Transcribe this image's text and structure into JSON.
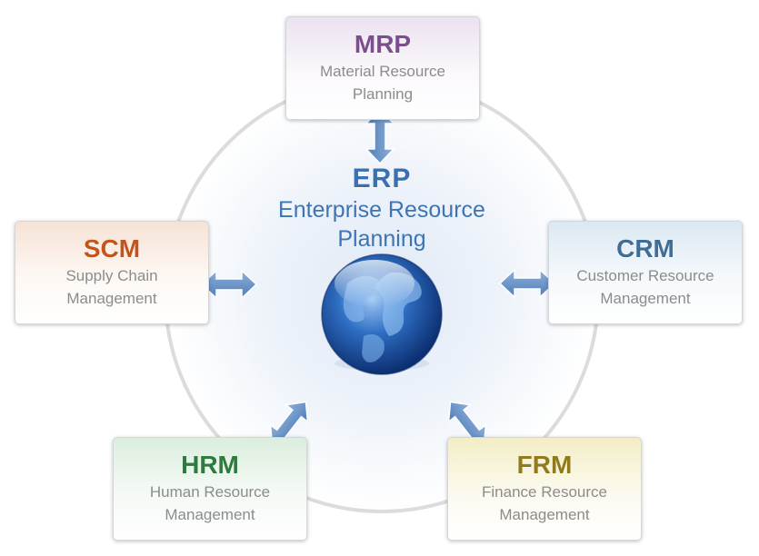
{
  "center": {
    "abbr": "ERP",
    "full_line1": "Enterprise Resource",
    "full_line2": "Planning",
    "icon": "globe-icon"
  },
  "modules": {
    "mrp": {
      "abbr": "MRP",
      "line1": "Material Resource",
      "line2": "Planning",
      "color": "#7b4f8c"
    },
    "scm": {
      "abbr": "SCM",
      "line1": "Supply Chain",
      "line2": "Management",
      "color": "#c4541c"
    },
    "crm": {
      "abbr": "CRM",
      "line1": "Customer Resource",
      "line2": "Management",
      "color": "#3f6d95"
    },
    "hrm": {
      "abbr": "HRM",
      "line1": "Human Resource",
      "line2": "Management",
      "color": "#2f7a3e"
    },
    "frm": {
      "abbr": "FRM",
      "line1": "Finance Resource",
      "line2": "Management",
      "color": "#8f7a1c"
    }
  },
  "connector": {
    "icon": "double-arrow-icon",
    "color": "#5d8ac0"
  }
}
